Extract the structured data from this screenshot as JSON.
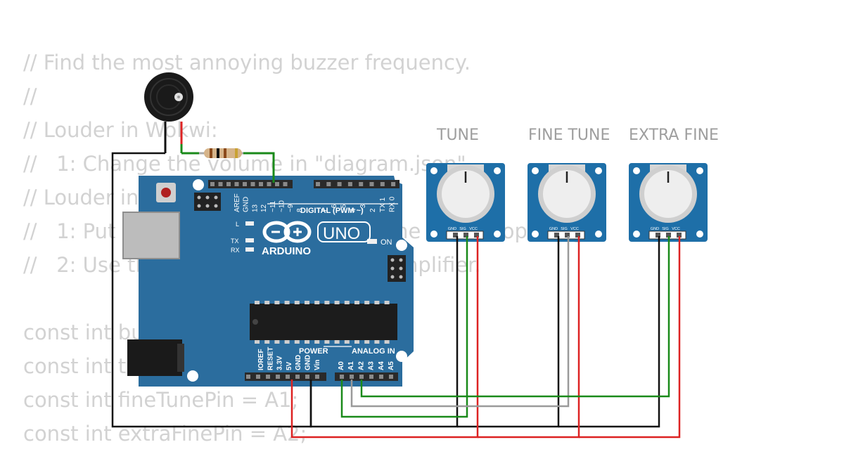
{
  "code_lines": [
    "// Find the most annoying buzzer frequency.",
    "//",
    "// Louder in Wokwi:",
    "//   1: Change the volume in \"diagram.json\".",
    "// Louder in real life:",
    "//   1: Put a piece of tape in front of the buzzer opening.",
    "//   2: Use the audio output with an amplifier.",
    "",
    "const int buzzerPin = 8;",
    "const int tunePin = A0;",
    "const int fineTunePin = A1;",
    "const int extraFinePin = A2;"
  ],
  "pot_titles": [
    "TUNE",
    "FINE TUNE",
    "EXTRA FINE"
  ],
  "pot_pin_labels": [
    "GND",
    "SIG",
    "VCC"
  ],
  "arduino": {
    "brand": "ARDUINO",
    "model": "UNO",
    "digital_label": "DIGITAL (PWM ~)",
    "power_label": "POWER",
    "analog_label": "ANALOG IN",
    "on_label": "ON",
    "l_label": "L",
    "tx_label": "TX",
    "rx_label": "RX",
    "digital_pins": [
      "AREF",
      "GND",
      "13",
      "12",
      "~11",
      "~10",
      "~9",
      "8",
      "7",
      "~6",
      "~5",
      "4",
      "~3",
      "2",
      "TX 1",
      "RX 0"
    ],
    "power_pins": [
      "IOREF",
      "RESET",
      "3.3V",
      "5V",
      "GND",
      "GND",
      "Vin"
    ],
    "analog_pins": [
      "A0",
      "A1",
      "A2",
      "A3",
      "A4",
      "A5"
    ]
  },
  "colors": {
    "board": "#2b6d9e",
    "pot_board": "#1e6fa8",
    "wire_black": "#111111",
    "wire_green": "#1a8a1a",
    "wire_red": "#dd2222",
    "wire_gray": "#9a9a9a",
    "code_text": "#d2d2d2"
  }
}
